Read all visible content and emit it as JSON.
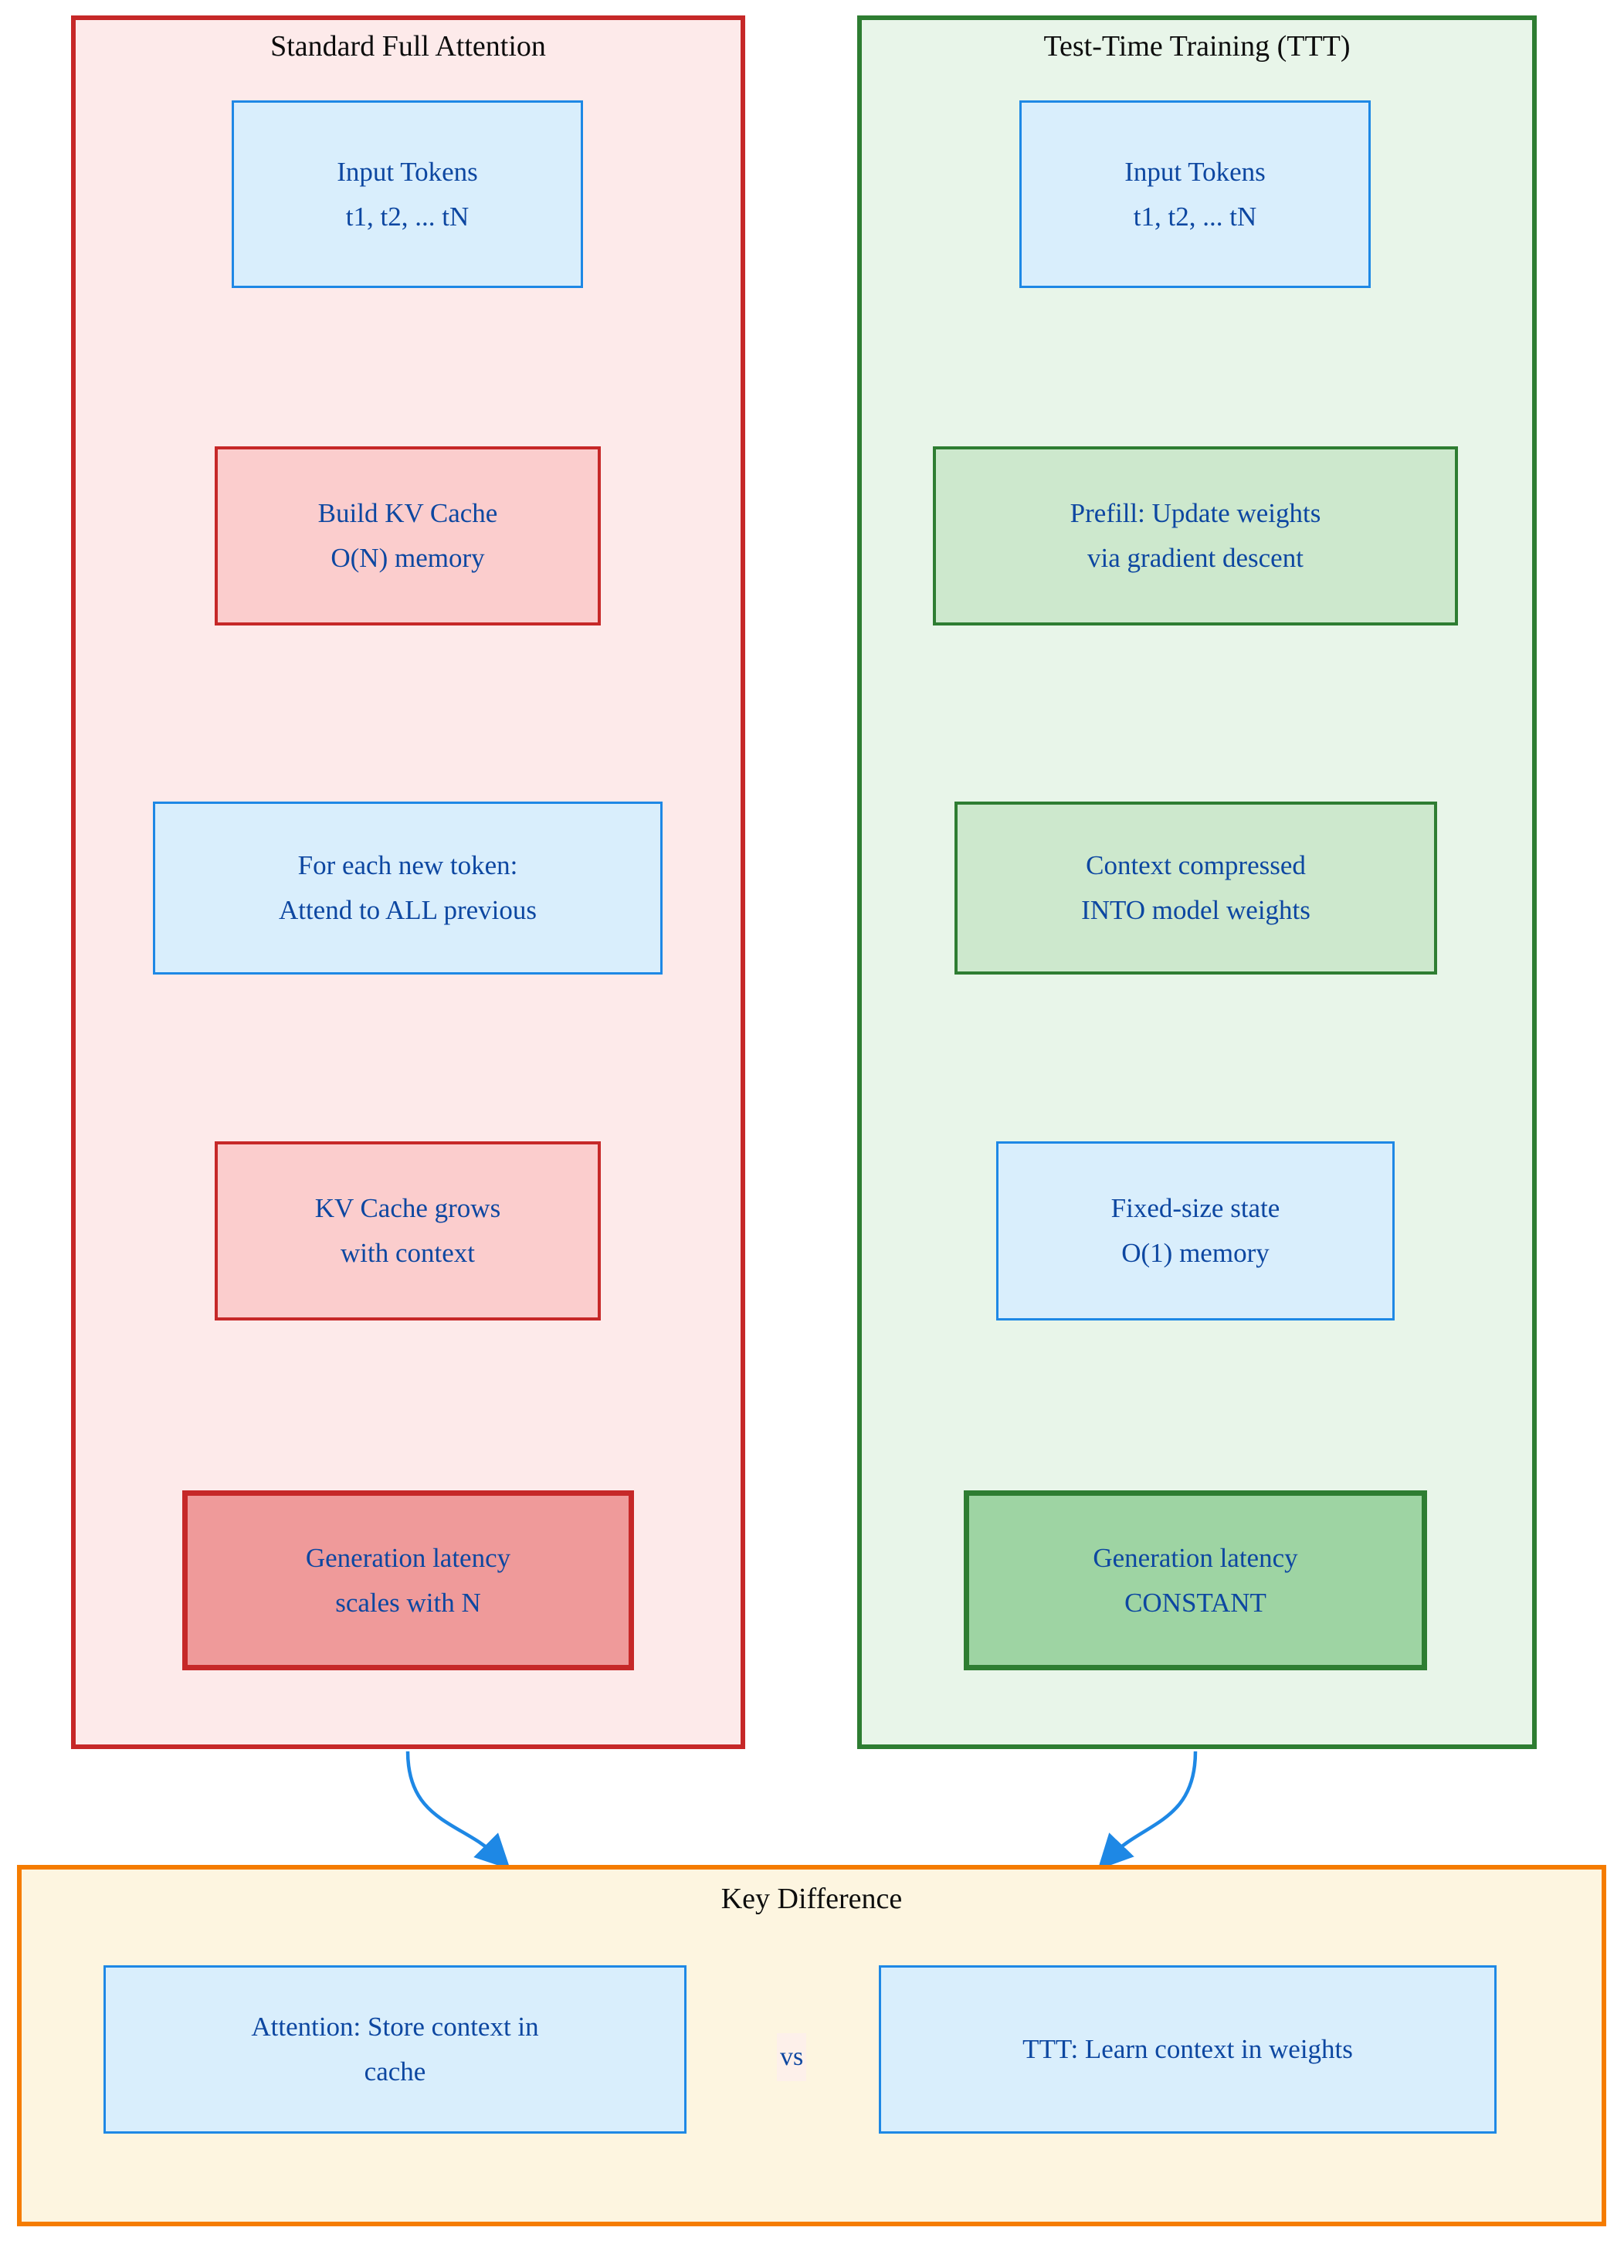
{
  "diagram": {
    "title_hidden": "Standard Full Attention vs Test-Time Training",
    "colors": {
      "attention_border": "#c62828",
      "attention_fill": "#fdeaea",
      "ttt_border": "#2e7d32",
      "ttt_fill": "#e8f5e9",
      "keydiff_border": "#f57c00",
      "keydiff_fill": "#fdf5e0",
      "node_blue_border": "#1e88e5",
      "node_blue_fill": "#d9eefc",
      "node_text": "#0d47a1",
      "arrow": "#1e88e5"
    }
  },
  "attention": {
    "title": "Standard Full Attention",
    "nodes": [
      {
        "id": "att-input",
        "style": "blue",
        "line1": "Input Tokens",
        "line2": "t1, t2, ... tN"
      },
      {
        "id": "att-kvbuild",
        "style": "red",
        "line1": "Build KV Cache",
        "line2": "O(N) memory"
      },
      {
        "id": "att-loop",
        "style": "blue",
        "line1": "For each new token:",
        "line2": "Attend to ALL previous"
      },
      {
        "id": "att-grow",
        "style": "red",
        "line1": "KV Cache grows",
        "line2": "with context"
      },
      {
        "id": "att-latency",
        "style": "red-strong",
        "line1": "Generation latency",
        "line2": "scales with N"
      }
    ]
  },
  "ttt": {
    "title": "Test-Time Training (TTT)",
    "nodes": [
      {
        "id": "ttt-input",
        "style": "blue",
        "line1": "Input Tokens",
        "line2": "t1, t2, ... tN"
      },
      {
        "id": "ttt-prefill",
        "style": "green",
        "line1": "Prefill: Update weights",
        "line2": "via gradient descent"
      },
      {
        "id": "ttt-compress",
        "style": "green",
        "line1": "Context compressed",
        "line2": "INTO model weights"
      },
      {
        "id": "ttt-state",
        "style": "blue",
        "line1": "Fixed-size state",
        "line2": "O(1) memory"
      },
      {
        "id": "ttt-latency",
        "style": "green-strong",
        "line1": "Generation latency",
        "line2": "CONSTANT"
      }
    ]
  },
  "key_difference": {
    "title": "Key Difference",
    "left_node": {
      "line1": "Attention: Store context in",
      "line2": "cache"
    },
    "right_node": {
      "line1": "TTT: Learn context in weights",
      "line2": ""
    },
    "connector_label": "vs"
  }
}
